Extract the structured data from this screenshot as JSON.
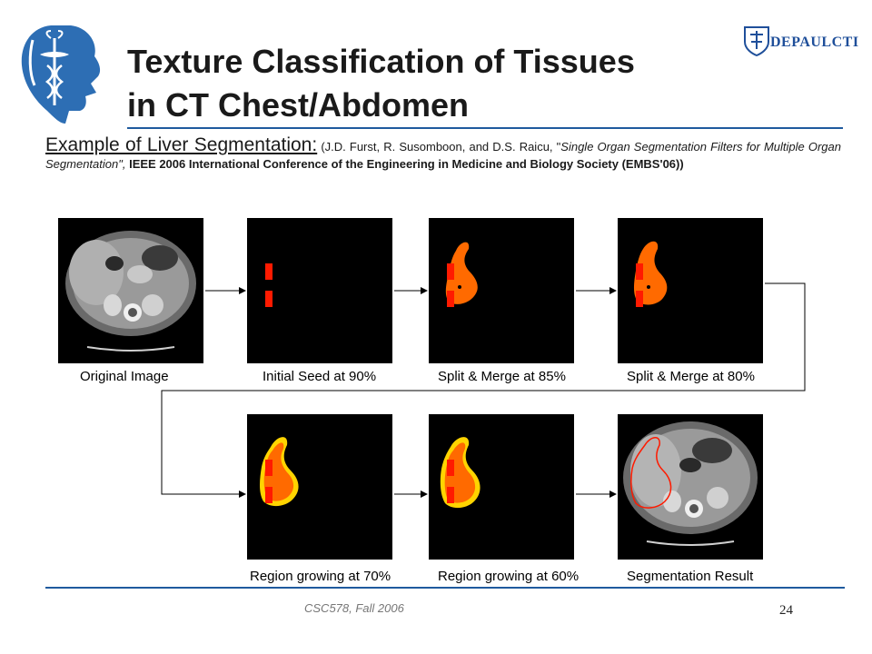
{
  "title": {
    "line1": "Texture Classification of Tissues",
    "line2": "in CT Chest/Abdomen"
  },
  "logo": {
    "text": "DEPAULCTI"
  },
  "subtitle": {
    "lead": "Example of Liver Segmentation:",
    "citation_plain": "(J.D. Furst, R. Susomboon, and D.S. Raicu, \"",
    "citation_italic": "Single Organ Segmentation Filters for Multiple Organ Segmentation",
    "citation_close": "\",",
    "citation_bold": "IEEE 2006 International Conference of the Engineering in Medicine and Biology Society (EMBS'06))"
  },
  "panels": [
    {
      "caption": "Original Image"
    },
    {
      "caption": "Initial Seed at 90%"
    },
    {
      "caption": "Split & Merge at 85%"
    },
    {
      "caption": "Split & Merge at 80%"
    },
    {
      "caption": "Region growing at 70%"
    },
    {
      "caption": "Region growing at 60%"
    },
    {
      "caption": "Segmentation Result"
    }
  ],
  "footer": {
    "course": "CSC578, Fall 2006",
    "page": "24"
  },
  "colors": {
    "accent": "#1f5a9e",
    "seed_red": "#ff1a00",
    "region_orange": "#ff6a00",
    "region_yellow": "#ffd400"
  }
}
